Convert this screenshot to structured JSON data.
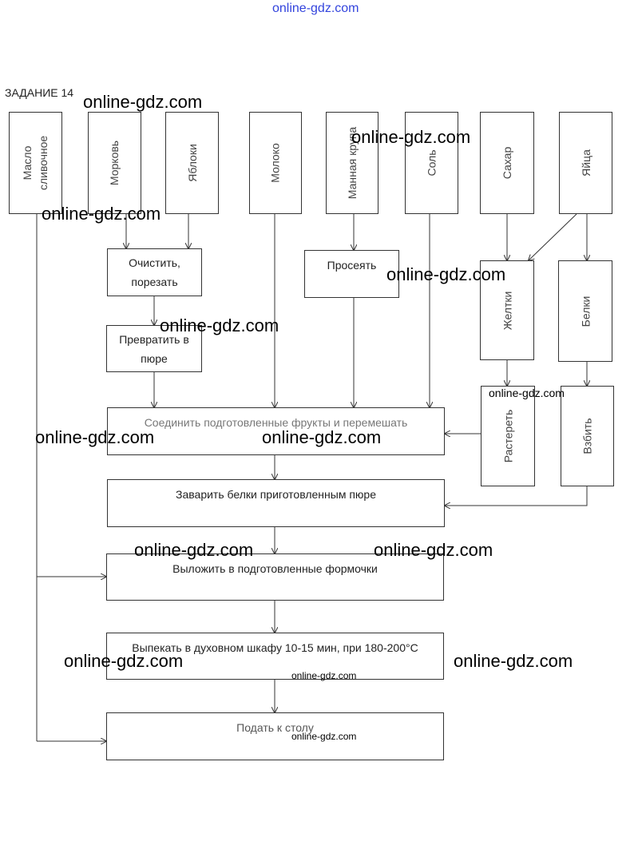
{
  "title": "ЗАДАНИЕ 14",
  "ingredients": [
    "Масло сливочное",
    "Морковь",
    "Яблоки",
    "Молоко",
    "Манная крупа",
    "Соль",
    "Сахар",
    "Яйца"
  ],
  "steps": {
    "clean": "Очистить, порезать",
    "sift": "Просеять",
    "puree": "Превратить в пюре",
    "yolks": "Желтки",
    "whites": "Белки",
    "grind": "Растереть",
    "whip": "Взбить",
    "combine": "Соединить подготовленные фрукты и перемешать",
    "brew": "Заварить белки приготовленным пюре",
    "lay": "Выложить в подготовленные формочки",
    "bake": "Выпекать в духовном шкафу 10-15 мин, при 180-200°С",
    "serve": "Подать к столу"
  },
  "watermark": "online-gdz.com"
}
